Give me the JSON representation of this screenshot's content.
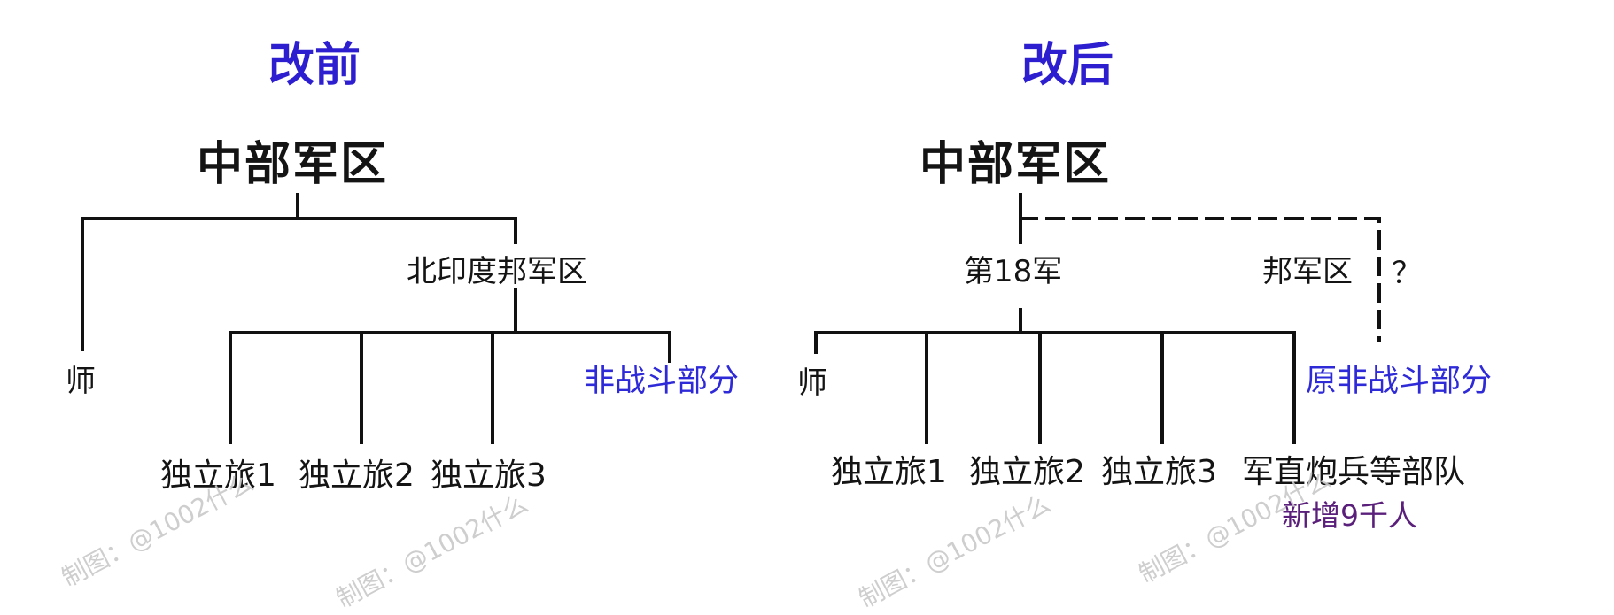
{
  "colors": {
    "title": "#2d1fd0",
    "line": "#111111",
    "note_blue": "#2f2ad8",
    "note_purple": "#5a1f7a",
    "watermark": "#c9c9c9"
  },
  "before": {
    "title": "改前",
    "root": "中部军区",
    "command": "北印度邦军区",
    "division": "师",
    "brigades": [
      "独立旅1",
      "独立旅2",
      "独立旅3"
    ],
    "noncombat": "非战斗部分"
  },
  "after": {
    "title": "改后",
    "root": "中部军区",
    "corps": "第18军",
    "state_command": "邦军区",
    "question": "？",
    "former_noncombat": "原非战斗部分",
    "division": "师",
    "brigades": [
      "独立旅1",
      "独立旅2",
      "独立旅3"
    ],
    "artillery": "军直炮兵等部队",
    "added": "新增9千人"
  },
  "watermark": "制图：@1002什么"
}
